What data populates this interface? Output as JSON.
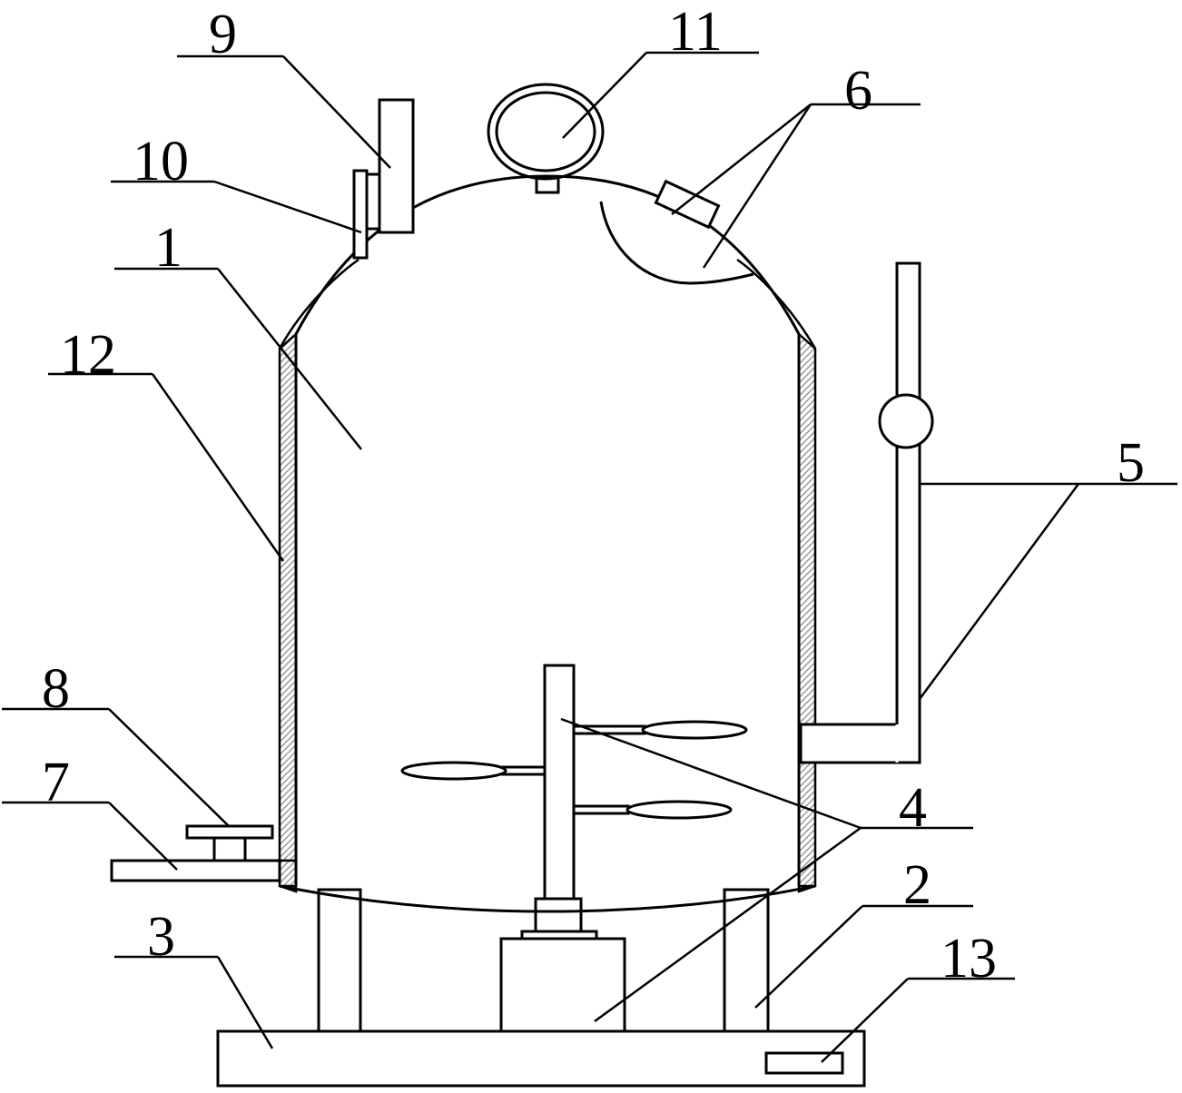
{
  "labels": {
    "tank": "1",
    "legs": "2",
    "base": "3",
    "stirrer": "4",
    "pipe": "5",
    "hatch": "6",
    "outlet": "7",
    "valve": "8",
    "vent": "9",
    "small_valve": "10",
    "gauge": "11",
    "jacket": "12",
    "control_panel": "13"
  },
  "colors": {
    "line": "#000000",
    "background": "#ffffff",
    "hatch_fill": "#9a9a9a"
  }
}
